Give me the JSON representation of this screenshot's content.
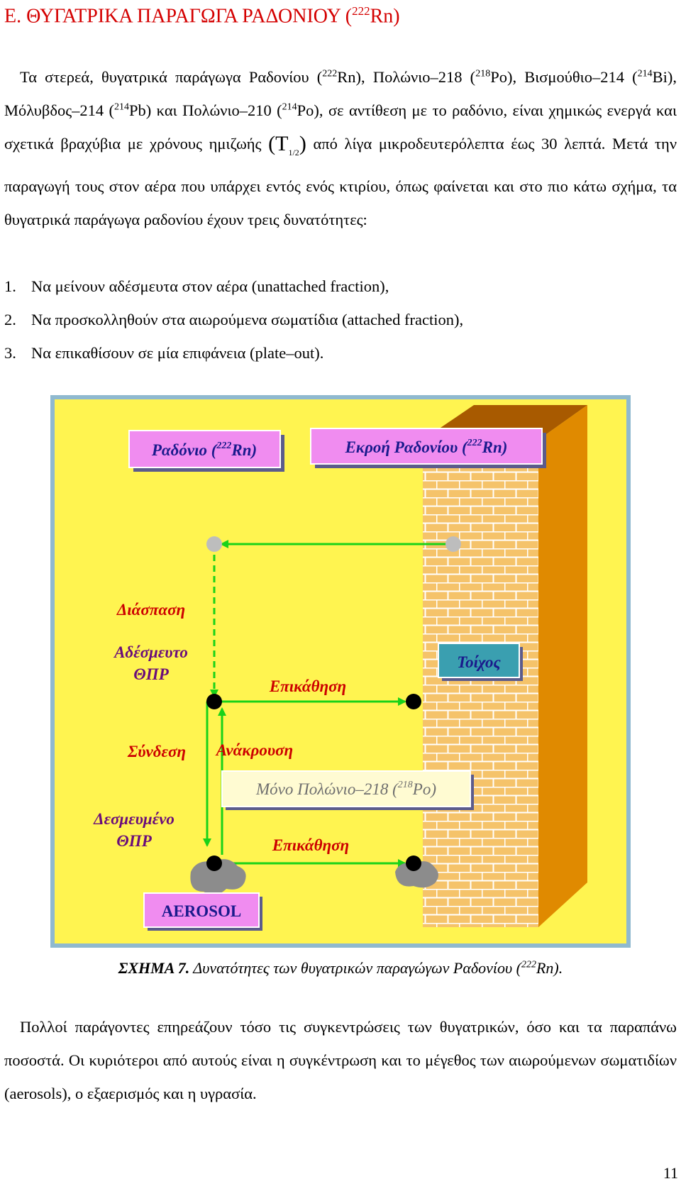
{
  "heading": {
    "prefix": "Ε. ΘΥΓΑΤΡΙΚΑ ΠΑΡΑΓΩΓΑ ΡΑΔΟΝΙΟΥ (",
    "sup": "222",
    "suffix": "Rn)"
  },
  "intro": {
    "s1": "Τα στερεά, θυγατρικά παράγωγα Ραδονίου (",
    "m1": "222",
    "s2": "Rn), Πολώνιο–218 (",
    "m2": "218",
    "s3": "Po), Βισμούθιο–214 (",
    "m3": "214",
    "s4": "Bi), Μόλυβδος–214 (",
    "m4": "214",
    "s5": "Pb) και Πολώνιο–210 (",
    "m5": "214",
    "s6": "Po), σε αντίθεση με το ραδόνιο, είναι χημικώς ενεργά και σχετικά βραχύβια με χρόνους ημιζωής ",
    "t_open": "(T",
    "t_sub": "1/2",
    "t_close": ")",
    "s7": " από λίγα μικροδευτερόλεπτα έως 30 λεπτά. Μετά την παραγωγή τους στον αέρα που υπάρχει εντός ενός κτιρίου, όπως φαίνεται και στο πιο κάτω σχήμα, τα θυγατρικά παράγωγα ραδονίου έχουν τρεις δυνατότητες:"
  },
  "list": [
    {
      "num": "1.",
      "text": "Να μείνουν αδέσμευτα στον αέρα (unattached fraction),"
    },
    {
      "num": "2.",
      "text": "Να προσκολληθούν στα αιωρούμενα σωματίδια (attached fraction),"
    },
    {
      "num": "3.",
      "text": "Να επικαθίσουν σε μία επιφάνεια (plate–out)."
    }
  ],
  "figure": {
    "box_radon": {
      "prefix": "Ραδόνιο (",
      "sup": "222",
      "suffix": "Rn)"
    },
    "box_exhalation": {
      "prefix": "Εκροή Ραδονίου (",
      "sup": "222",
      "suffix": "Rn)"
    },
    "decay": "Διάσπαση",
    "unattached_1": "Αδέσμευτο",
    "unattached_2": "ΘΠΡ",
    "plateout_1": "Επικάθηση",
    "wall": "Τοίχος",
    "attachment": "Σύνδεση",
    "recoil": "Ανάκρουση",
    "box_polonium": {
      "prefix": "Μόνο Πολώνιο–218 (",
      "sup": "218",
      "suffix": "Po)"
    },
    "attached_1": "Δεσμευμένο",
    "attached_2": "ΘΠΡ",
    "plateout_2": "Επικάθηση",
    "aerosol": "AEROSOL",
    "colors": {
      "background": "#fff450",
      "frame": "#8fb9cf",
      "label_box": "#f08cf0",
      "label_text": "#1a1a8c",
      "arrow": "#19d219",
      "purple_text": "#6a0d7a",
      "red_text": "#cc0000",
      "wall_front": "#f5c36a",
      "wall_side": "#e08a00",
      "wall_top": "#a85a00"
    }
  },
  "caption": {
    "bold": "ΣΧΗΜΑ 7.",
    "text": " Δυνατότητες των θυγατρικών παραγώγων Ραδονίου (",
    "sup": "222",
    "suffix": "Rn)."
  },
  "closing": "Πολλοί παράγοντες επηρεάζουν τόσο τις συγκεντρώσεις των θυγατρικών, όσο και τα παραπάνω ποσοστά. Οι κυριότεροι από αυτούς είναι η συγκέντρωση και το μέγεθος των αιωρούμενων σωματιδίων (aerosols), ο εξαερισμός και η υγρασία.",
  "page_number": "11"
}
